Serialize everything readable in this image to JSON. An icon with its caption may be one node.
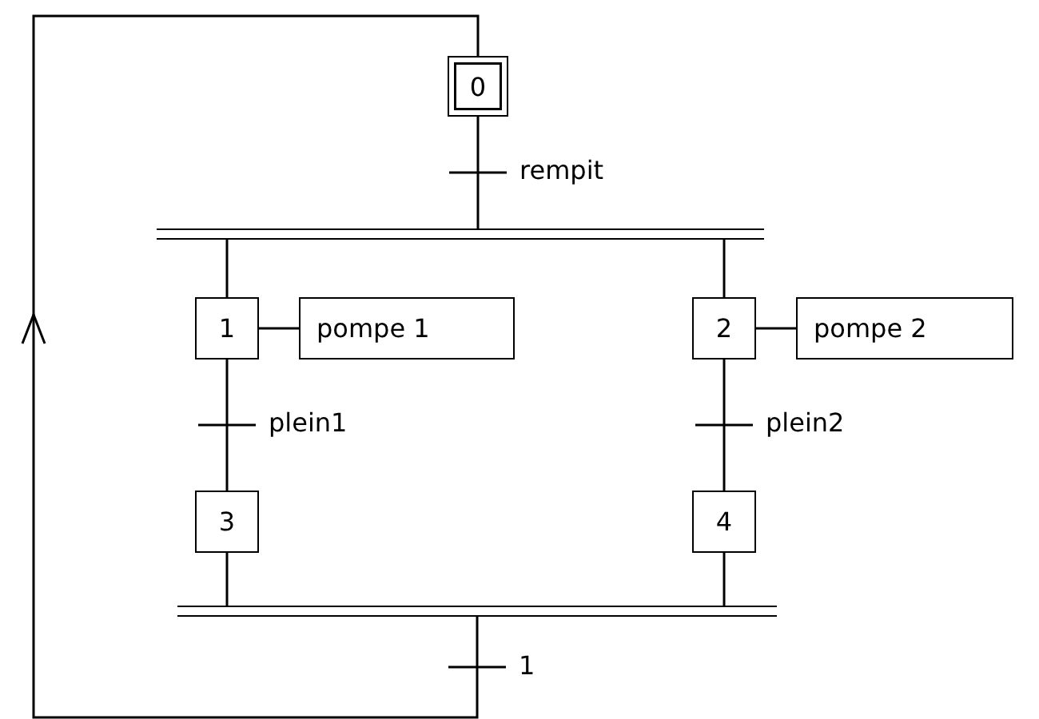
{
  "diagram": {
    "nodes": [
      {
        "text": [
          "0"
        ]
      },
      {
        "text": [],
        "shape": "bar"
      },
      {
        "text": [
          "1"
        ]
      },
      {
        "text": [
          "pompe 1"
        ]
      },
      {
        "text": [
          "2"
        ]
      },
      {
        "text": [
          "pompe 2"
        ]
      },
      {
        "text": [
          "3"
        ]
      },
      {
        "text": [
          "4"
        ]
      },
      {
        "text": [],
        "shape": "bar"
      }
    ],
    "edges": [
      {
        "from": 0,
        "to": 1,
        "arrow": "none",
        "label": "rempit"
      },
      {
        "from": 1,
        "to": 2,
        "arrow": "none"
      },
      {
        "from": 1,
        "to": 4,
        "arrow": "none"
      },
      {
        "from": 2,
        "to": 3,
        "arrow": "none"
      },
      {
        "from": 4,
        "to": 5,
        "arrow": "none"
      },
      {
        "from": 2,
        "to": 6,
        "arrow": "none",
        "label": "plein1"
      },
      {
        "from": 4,
        "to": 7,
        "arrow": "none",
        "label": "plein2"
      },
      {
        "from": 6,
        "to": 8,
        "arrow": "none"
      },
      {
        "from": 7,
        "to": 8,
        "arrow": "none"
      },
      {
        "from": 8,
        "to": 0,
        "arrow": "to",
        "label": "1"
      }
    ]
  }
}
